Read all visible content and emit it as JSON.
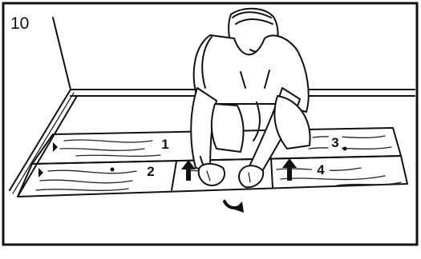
{
  "step_number": "10",
  "callouts": [
    "1",
    "2",
    "3",
    "4"
  ],
  "icons": {
    "up_arrow_left": "up-arrow",
    "up_arrow_right": "up-arrow",
    "rotation_arrow": "curved-down-arrow"
  },
  "colors": {
    "ink": "#111111",
    "background": "#ffffff"
  }
}
